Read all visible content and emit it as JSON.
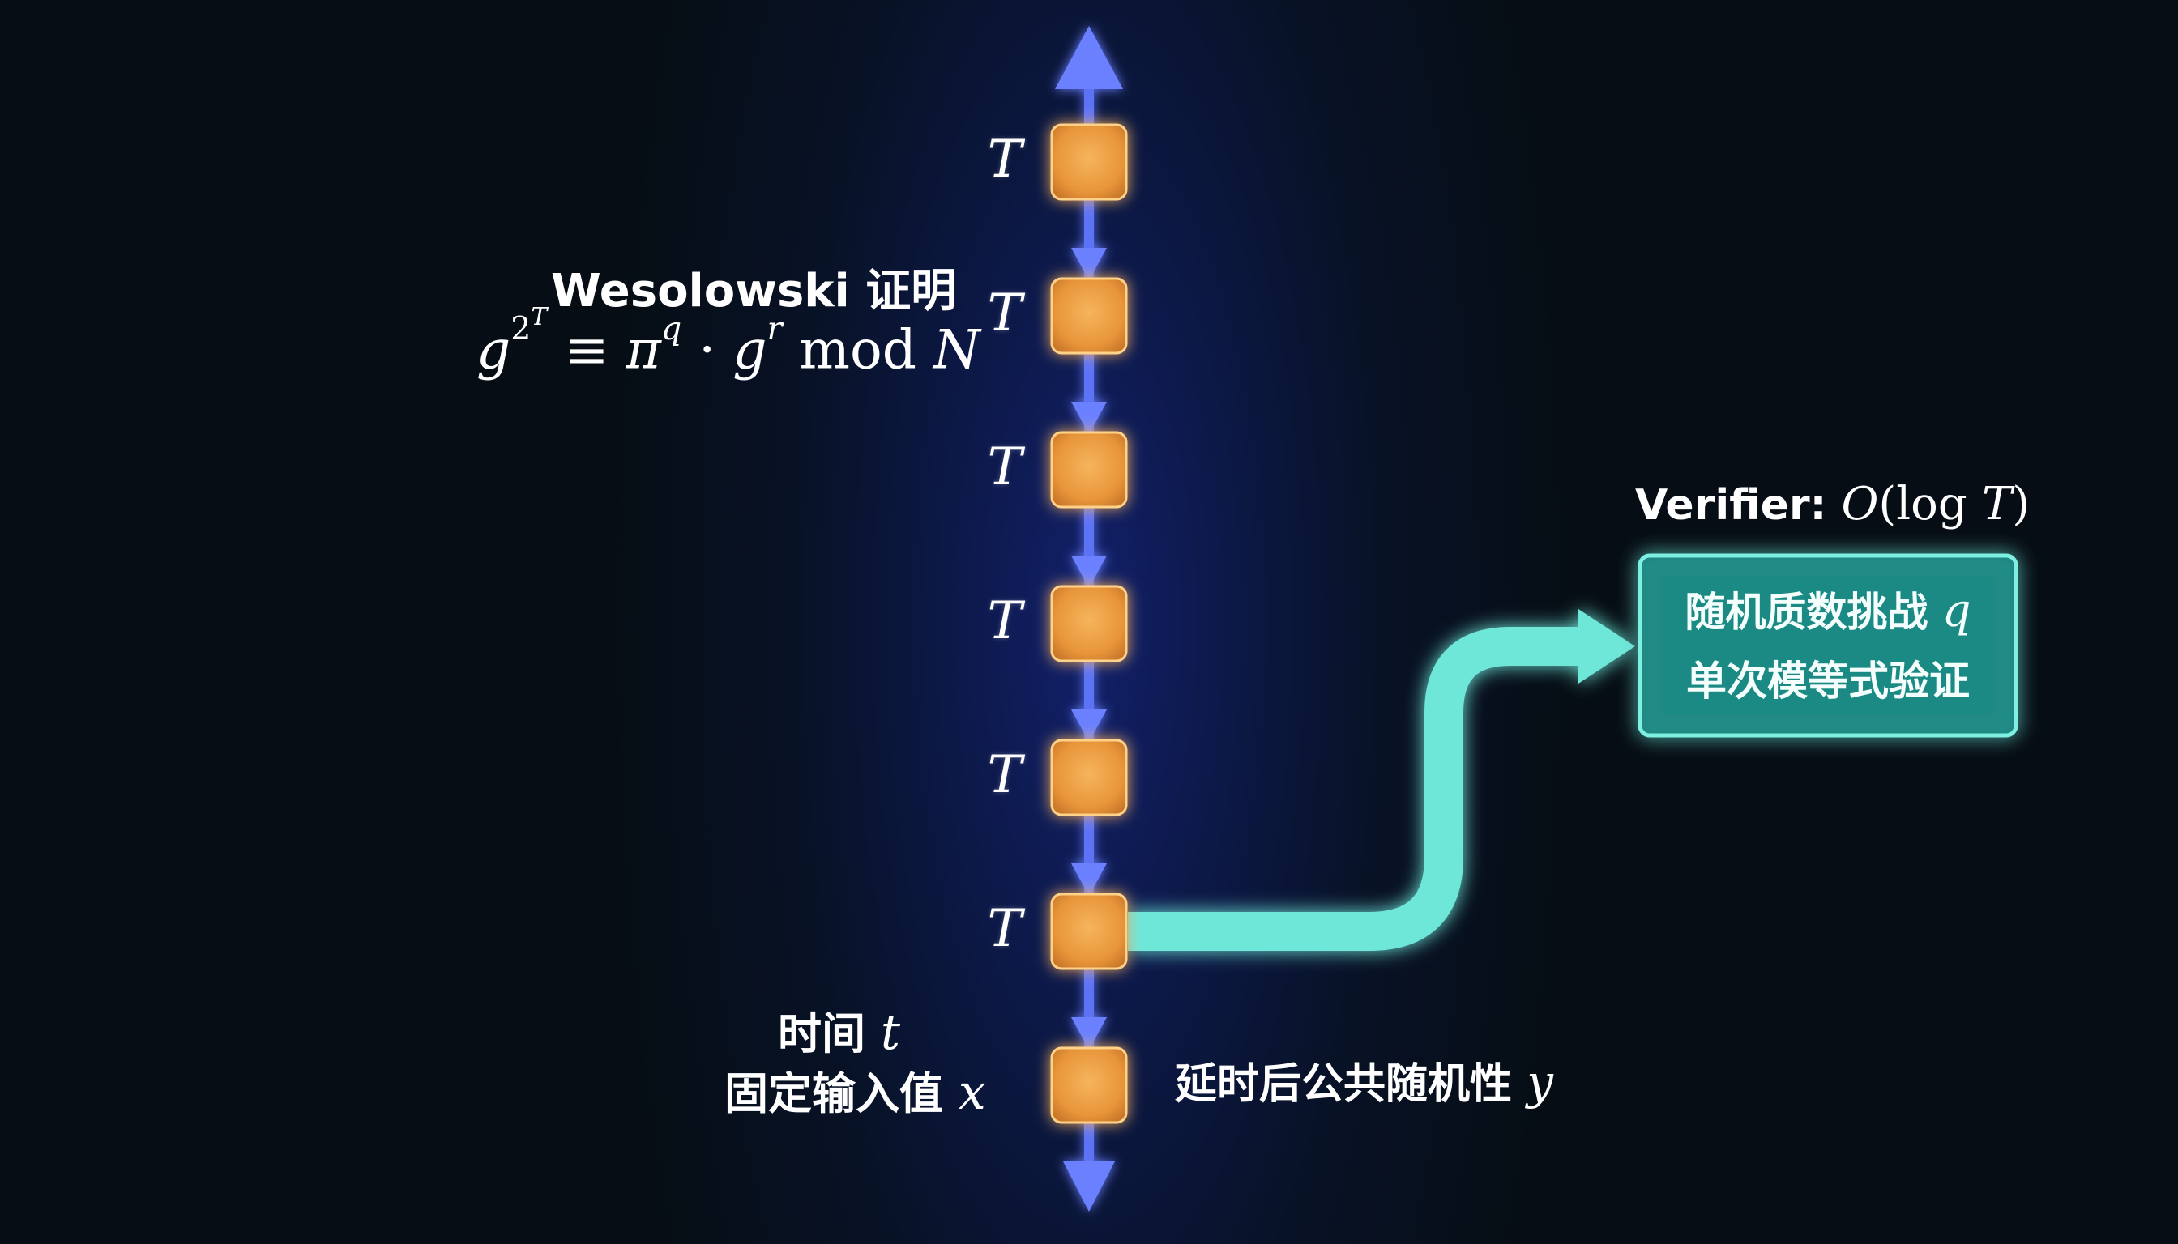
{
  "timeline": {
    "step_label": "T",
    "step_count": 6,
    "colors": {
      "axis": "#5d73f5",
      "node_fill": "#f3a64a",
      "node_glow": "#ffb347",
      "path": "#6ee6d8"
    }
  },
  "proof": {
    "title": "Wesolowski 证明",
    "formula": {
      "base": "g",
      "exp_base": "2",
      "exp_top": "T",
      "equiv": "≡",
      "pi": "π",
      "q": "q",
      "dot": "·",
      "g": "g",
      "r": "r",
      "mod": "mod",
      "N": "N"
    }
  },
  "input": {
    "time_text": "时间",
    "time_var": "t",
    "value_text": "固定输入值",
    "value_var": "x"
  },
  "output": {
    "text": "延时后公共随机性",
    "var": "y"
  },
  "verifier": {
    "title_text": "Verifier:",
    "complexity": "O",
    "complexity_arg": "(log",
    "complexity_var": "T",
    "complexity_close": ")",
    "line1_text": "随机质数挑战",
    "line1_var": "q",
    "line2": "单次模等式验证"
  }
}
